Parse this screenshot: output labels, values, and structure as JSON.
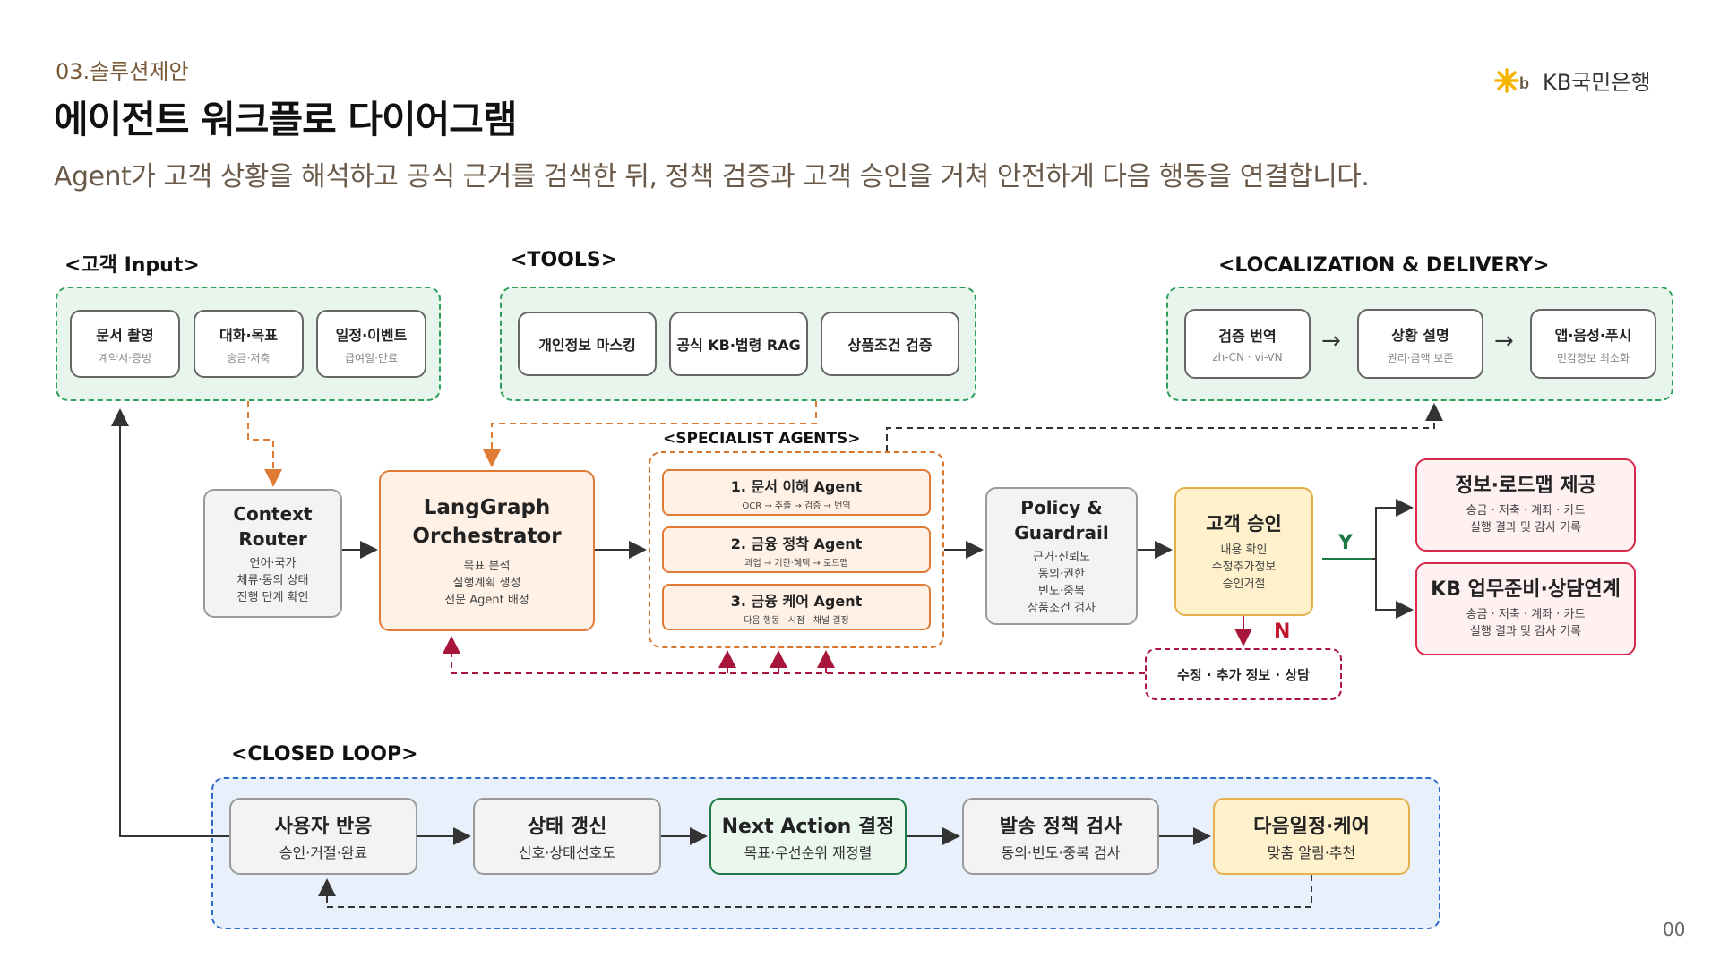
{
  "header": {
    "section": "03.솔루션제안",
    "title": "에이전트 워크플로 다이어그램",
    "subtitle": "Agent가 고객 상황을 해석하고 공식 근거를 검색한 뒤, 정책 검증과 고객 승인을 거쳐 안전하게 다음 행동을 연결합니다.",
    "logo": "KB국민은행"
  },
  "groups": {
    "input": "<고객 Input>",
    "tools": "<TOOLS>",
    "localization": "<LOCALIZATION & DELIVERY>",
    "specialist": "<SPECIALIST AGENTS>",
    "closed_loop": "<CLOSED LOOP>"
  },
  "inputs": [
    {
      "title": "문서 촬영",
      "sub": "계약서·증빙"
    },
    {
      "title": "대화·목표",
      "sub": "송금·저축"
    },
    {
      "title": "일정·이벤트",
      "sub": "급여일·만료"
    }
  ],
  "tools": [
    {
      "title": "개인정보 마스킹"
    },
    {
      "title": "공식 KB·법령 RAG"
    },
    {
      "title": "상품조건 검증"
    }
  ],
  "localization": [
    {
      "title": "검증 번역",
      "sub": "zh-CN · vi-VN"
    },
    {
      "title": "상황 설명",
      "sub": "권리·금액 보존"
    },
    {
      "title": "앱·음성·푸시",
      "sub": "민감정보 최소화"
    }
  ],
  "arrow_glyph": "→",
  "context_router": {
    "title1": "Context",
    "title2": "Router",
    "lines": [
      "언어·국가",
      "체류·동의 상태",
      "진행 단계 확인"
    ]
  },
  "orchestrator": {
    "title1": "LangGraph",
    "title2": "Orchestrator",
    "lines": [
      "목표 분석",
      "실행계획 생성",
      "전문 Agent 배정"
    ]
  },
  "agents": [
    {
      "title": "1. 문서 이해 Agent",
      "sub": "OCR → 추출 → 검증 → 번역"
    },
    {
      "title": "2. 금융 정착 Agent",
      "sub": "과업 → 기한·혜택 → 로드맵"
    },
    {
      "title": "3. 금융 케어 Agent",
      "sub": "다음 행동 · 시점 · 채널 결정"
    }
  ],
  "policy": {
    "title1": "Policy &",
    "title2": "Guardrail",
    "lines": [
      "근거·신뢰도",
      "동의·권한",
      "빈도·중복",
      "상품조건 검사"
    ]
  },
  "approval": {
    "title": "고객 승인",
    "lines": [
      "내용 확인",
      "수정추가정보",
      "승인거절"
    ]
  },
  "yes_label": "Y",
  "no_label": "N",
  "revise": "수정 · 추가 정보 · 상담",
  "outputs": [
    {
      "title": "정보·로드맵 제공",
      "lines": [
        "송금 · 저축 · 계좌 · 카드",
        "실행 결과 및 감사 기록"
      ]
    },
    {
      "title": "KB 업무준비·상담연계",
      "lines": [
        "송금 · 저축 · 계좌 · 카드",
        "실행 결과 및 감사 기록"
      ]
    }
  ],
  "loop": [
    {
      "title": "사용자 반응",
      "sub": "승인·거절·완료"
    },
    {
      "title": "상태 갱신",
      "sub": "신호·상태선호도"
    },
    {
      "title": "Next Action 결정",
      "sub": "목표·우선순위 재정렬"
    },
    {
      "title": "발송 정책 검사",
      "sub": "동의·빈도·중복 검사"
    },
    {
      "title": "다음일정·케어",
      "sub": "맞춤 알림·추천"
    }
  ],
  "page_number": "00",
  "colors": {
    "brand_yellow": "#f5b400",
    "green_dash": "#2e9e5a",
    "orange_dash": "#d7752c",
    "red_dash": "#a8153a",
    "blue_dash": "#2f6cc9",
    "yes_green": "#1e7a45",
    "no_red": "#c0172e"
  }
}
